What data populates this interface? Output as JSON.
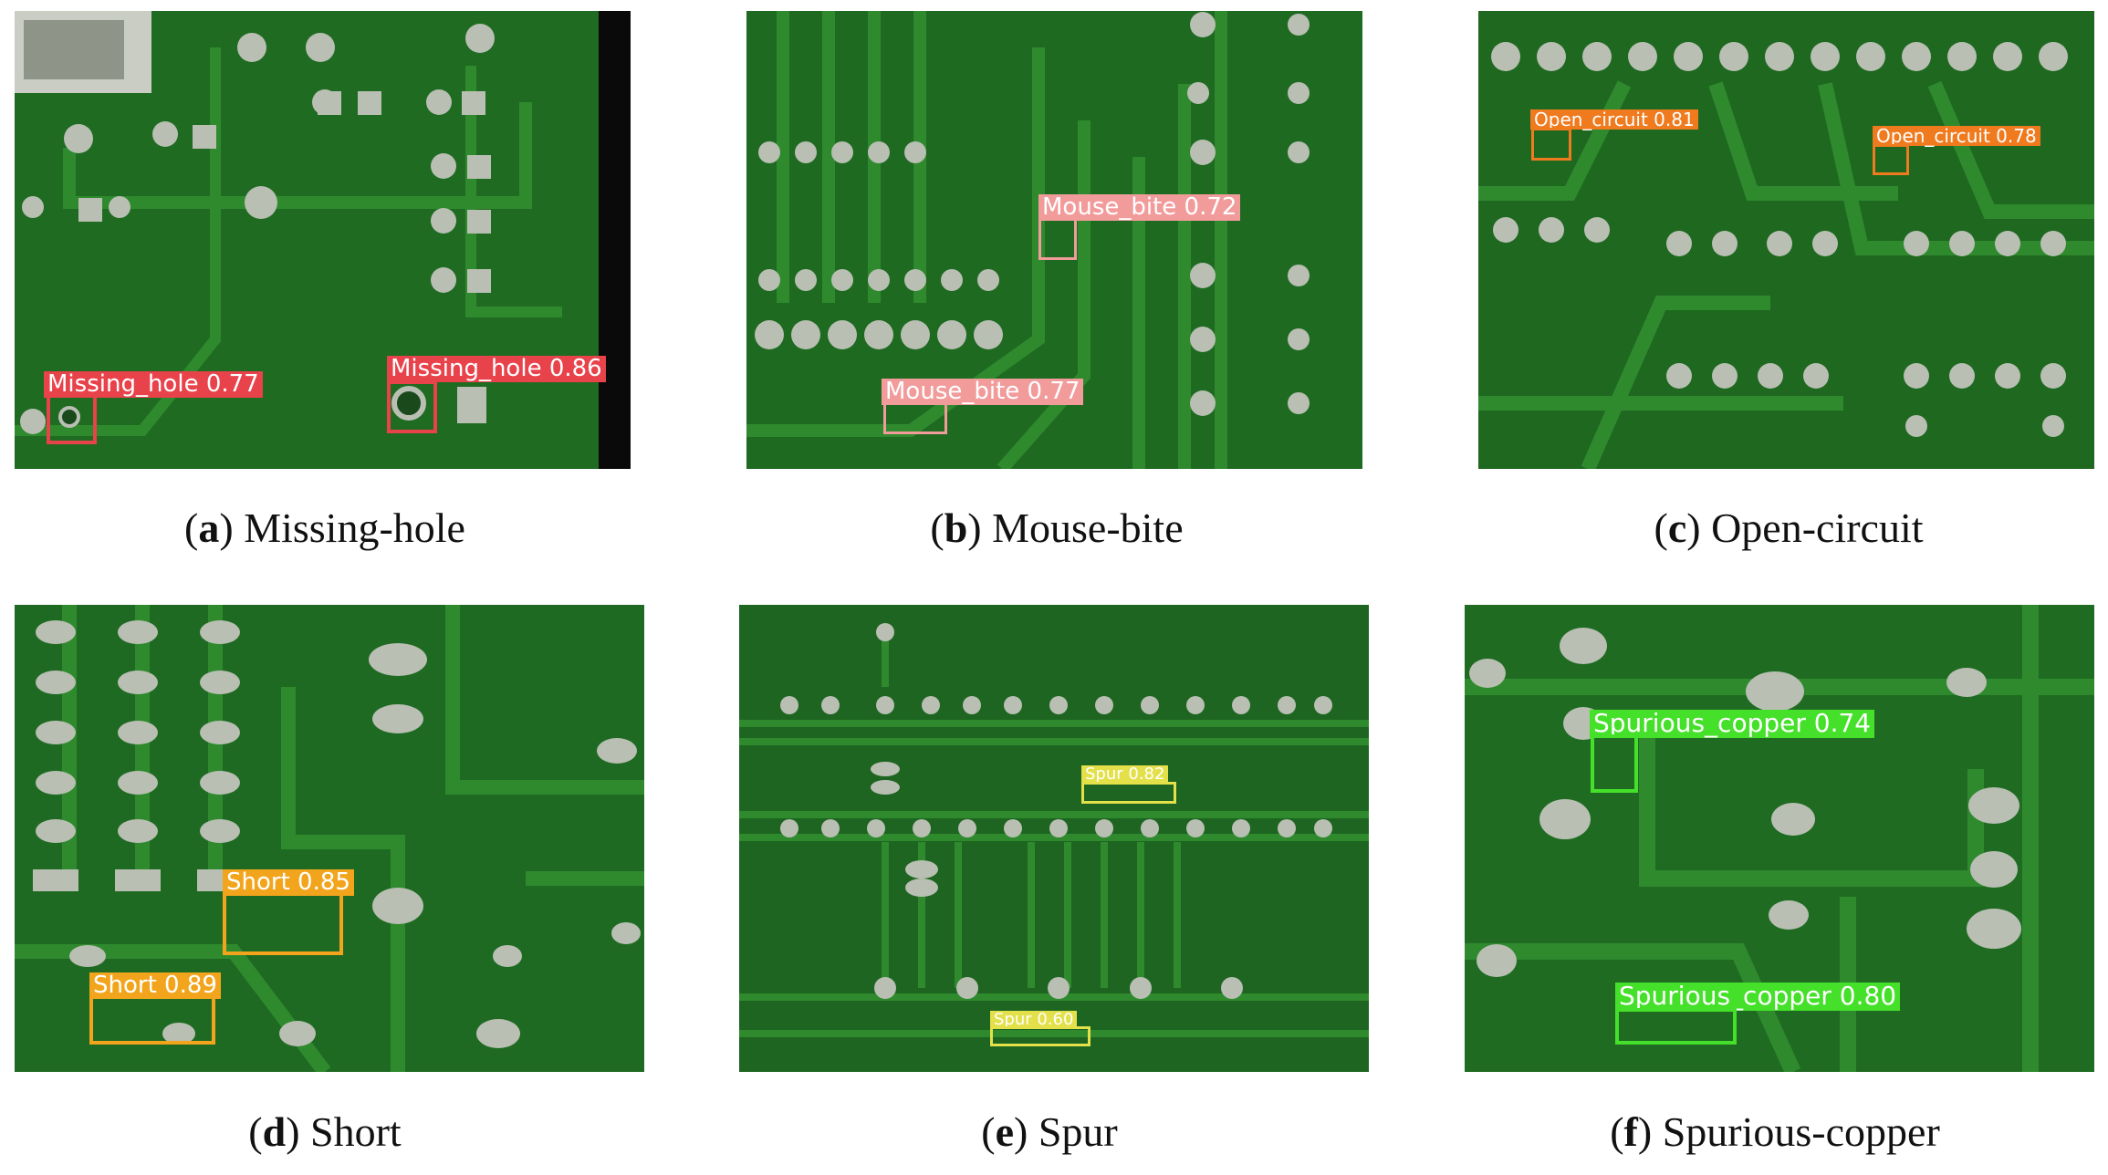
{
  "colors": {
    "board": "#1f6b22",
    "trace": "#2f8a2e",
    "pad": "#b9bfb3",
    "missing_hole": "#e8424b",
    "mouse_bite": "#f29b9b",
    "open_circuit": "#f07a1e",
    "short": "#f2a51c",
    "spur": "#e3e04a",
    "spurious_copper": "#45e02a"
  },
  "panels": [
    {
      "letter": "a",
      "caption": "Missing-hole",
      "detections": [
        {
          "label": "Missing_hole 0.77",
          "color_key": "missing_hole"
        },
        {
          "label": "Missing_hole 0.86",
          "color_key": "missing_hole"
        }
      ]
    },
    {
      "letter": "b",
      "caption": "Mouse-bite",
      "detections": [
        {
          "label": "Mouse_bite 0.72",
          "color_key": "mouse_bite"
        },
        {
          "label": "Mouse_bite 0.77",
          "color_key": "mouse_bite"
        }
      ]
    },
    {
      "letter": "c",
      "caption": "Open-circuit",
      "detections": [
        {
          "label": "Open_circuit 0.81",
          "color_key": "open_circuit"
        },
        {
          "label": "Open_circuit 0.78",
          "color_key": "open_circuit"
        }
      ]
    },
    {
      "letter": "d",
      "caption": "Short",
      "detections": [
        {
          "label": "Short 0.85",
          "color_key": "short"
        },
        {
          "label": "Short 0.89",
          "color_key": "short"
        }
      ]
    },
    {
      "letter": "e",
      "caption": "Spur",
      "detections": [
        {
          "label": "Spur 0.82",
          "color_key": "spur"
        },
        {
          "label": "Spur 0.60",
          "color_key": "spur"
        }
      ]
    },
    {
      "letter": "f",
      "caption": "Spurious-copper",
      "detections": [
        {
          "label": "Spurious_copper 0.74",
          "color_key": "spurious_copper"
        },
        {
          "label": "Spurious_copper 0.80",
          "color_key": "spurious_copper"
        }
      ]
    }
  ]
}
